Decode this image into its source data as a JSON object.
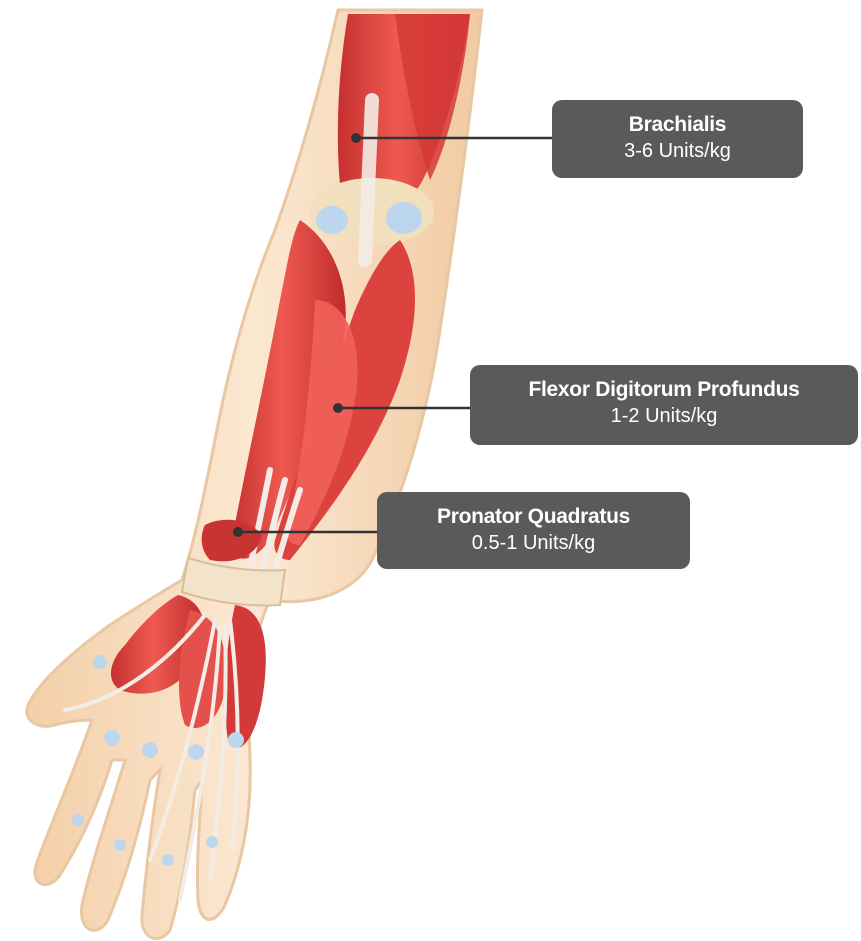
{
  "colors": {
    "skin": "#f8e0c4",
    "skin_edge": "#e9c7a3",
    "muscle": "#e2433e",
    "muscle_dark": "#b8282a",
    "muscle_light": "#f07067",
    "tendon": "#f3ece6",
    "bone": "#f1dfbd",
    "cartilage": "#bcd6ee",
    "label_bg": "#5a5a5a",
    "label_text": "#ffffff",
    "leader_line": "#333333"
  },
  "labels": [
    {
      "title": "Brachialis",
      "dose": "3-6 Units/kg"
    },
    {
      "title": "Flexor Digitorum Profundus",
      "dose": "1-2 Units/kg"
    },
    {
      "title": "Pronator Quadratus",
      "dose": "0.5-1 Units/kg"
    }
  ]
}
